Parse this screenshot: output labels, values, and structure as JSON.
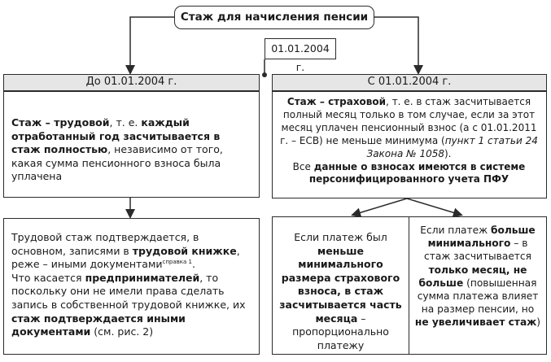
{
  "title": "Стаж для начисления пенсии",
  "date_box": "01.01.2004 г.",
  "left": {
    "header": "До 01.01.2004 г.",
    "main": {
      "p1": "Стаж – трудовой",
      "p2": ", т. е. ",
      "p3": "каждый отработанный год засчитывается в стаж полностью",
      "p4": ", независимо от того, какая сумма пенсионного взноса была уплачена"
    },
    "sub": {
      "p1": "Трудовой стаж подтверждается, в основном, записями в ",
      "p2": "трудовой книжке",
      "p3": ", реже – иными документами",
      "p3_sup": "справка 1",
      "p4": ".",
      "p5": "Что касается ",
      "p6": "предпринимателей",
      "p7": ", то поскольку они не имели права сделать запись в собственной трудовой книжке, их ",
      "p8": "стаж подтверждается иными документами",
      "p9": " (см. рис. 2)"
    }
  },
  "right": {
    "header": "С 01.01.2004 г.",
    "main": {
      "p1": "Стаж – страховой",
      "p2": ", т. е. в стаж засчитывается полный месяц только в том случае, если за этот месяц уплачен пенсионный взнос (а с 01.01.2011 г. – ЕСВ) не меньше минимума (",
      "p3": "пункт 1 статьи 24 Закона № 1058",
      "p4": ").",
      "p5": "Все ",
      "p6": "данные о взносах имеются в системе персонифицированного учета ПФУ"
    },
    "sub_left": {
      "p1": "Если платеж был ",
      "p2": "меньше минимального размера страхового взноса, в стаж засчитывается часть месяца",
      "p3": " – пропорционально платежу"
    },
    "sub_right": {
      "p1": "Если платеж ",
      "p2": "больше минимального",
      "p3": " – в стаж засчитывается ",
      "p4": "только месяц, не больше",
      "p5": " (повышенная сумма платежа влияет на размер пенсии, но ",
      "p6": "не увеличивает стаж",
      "p7": ")"
    }
  }
}
